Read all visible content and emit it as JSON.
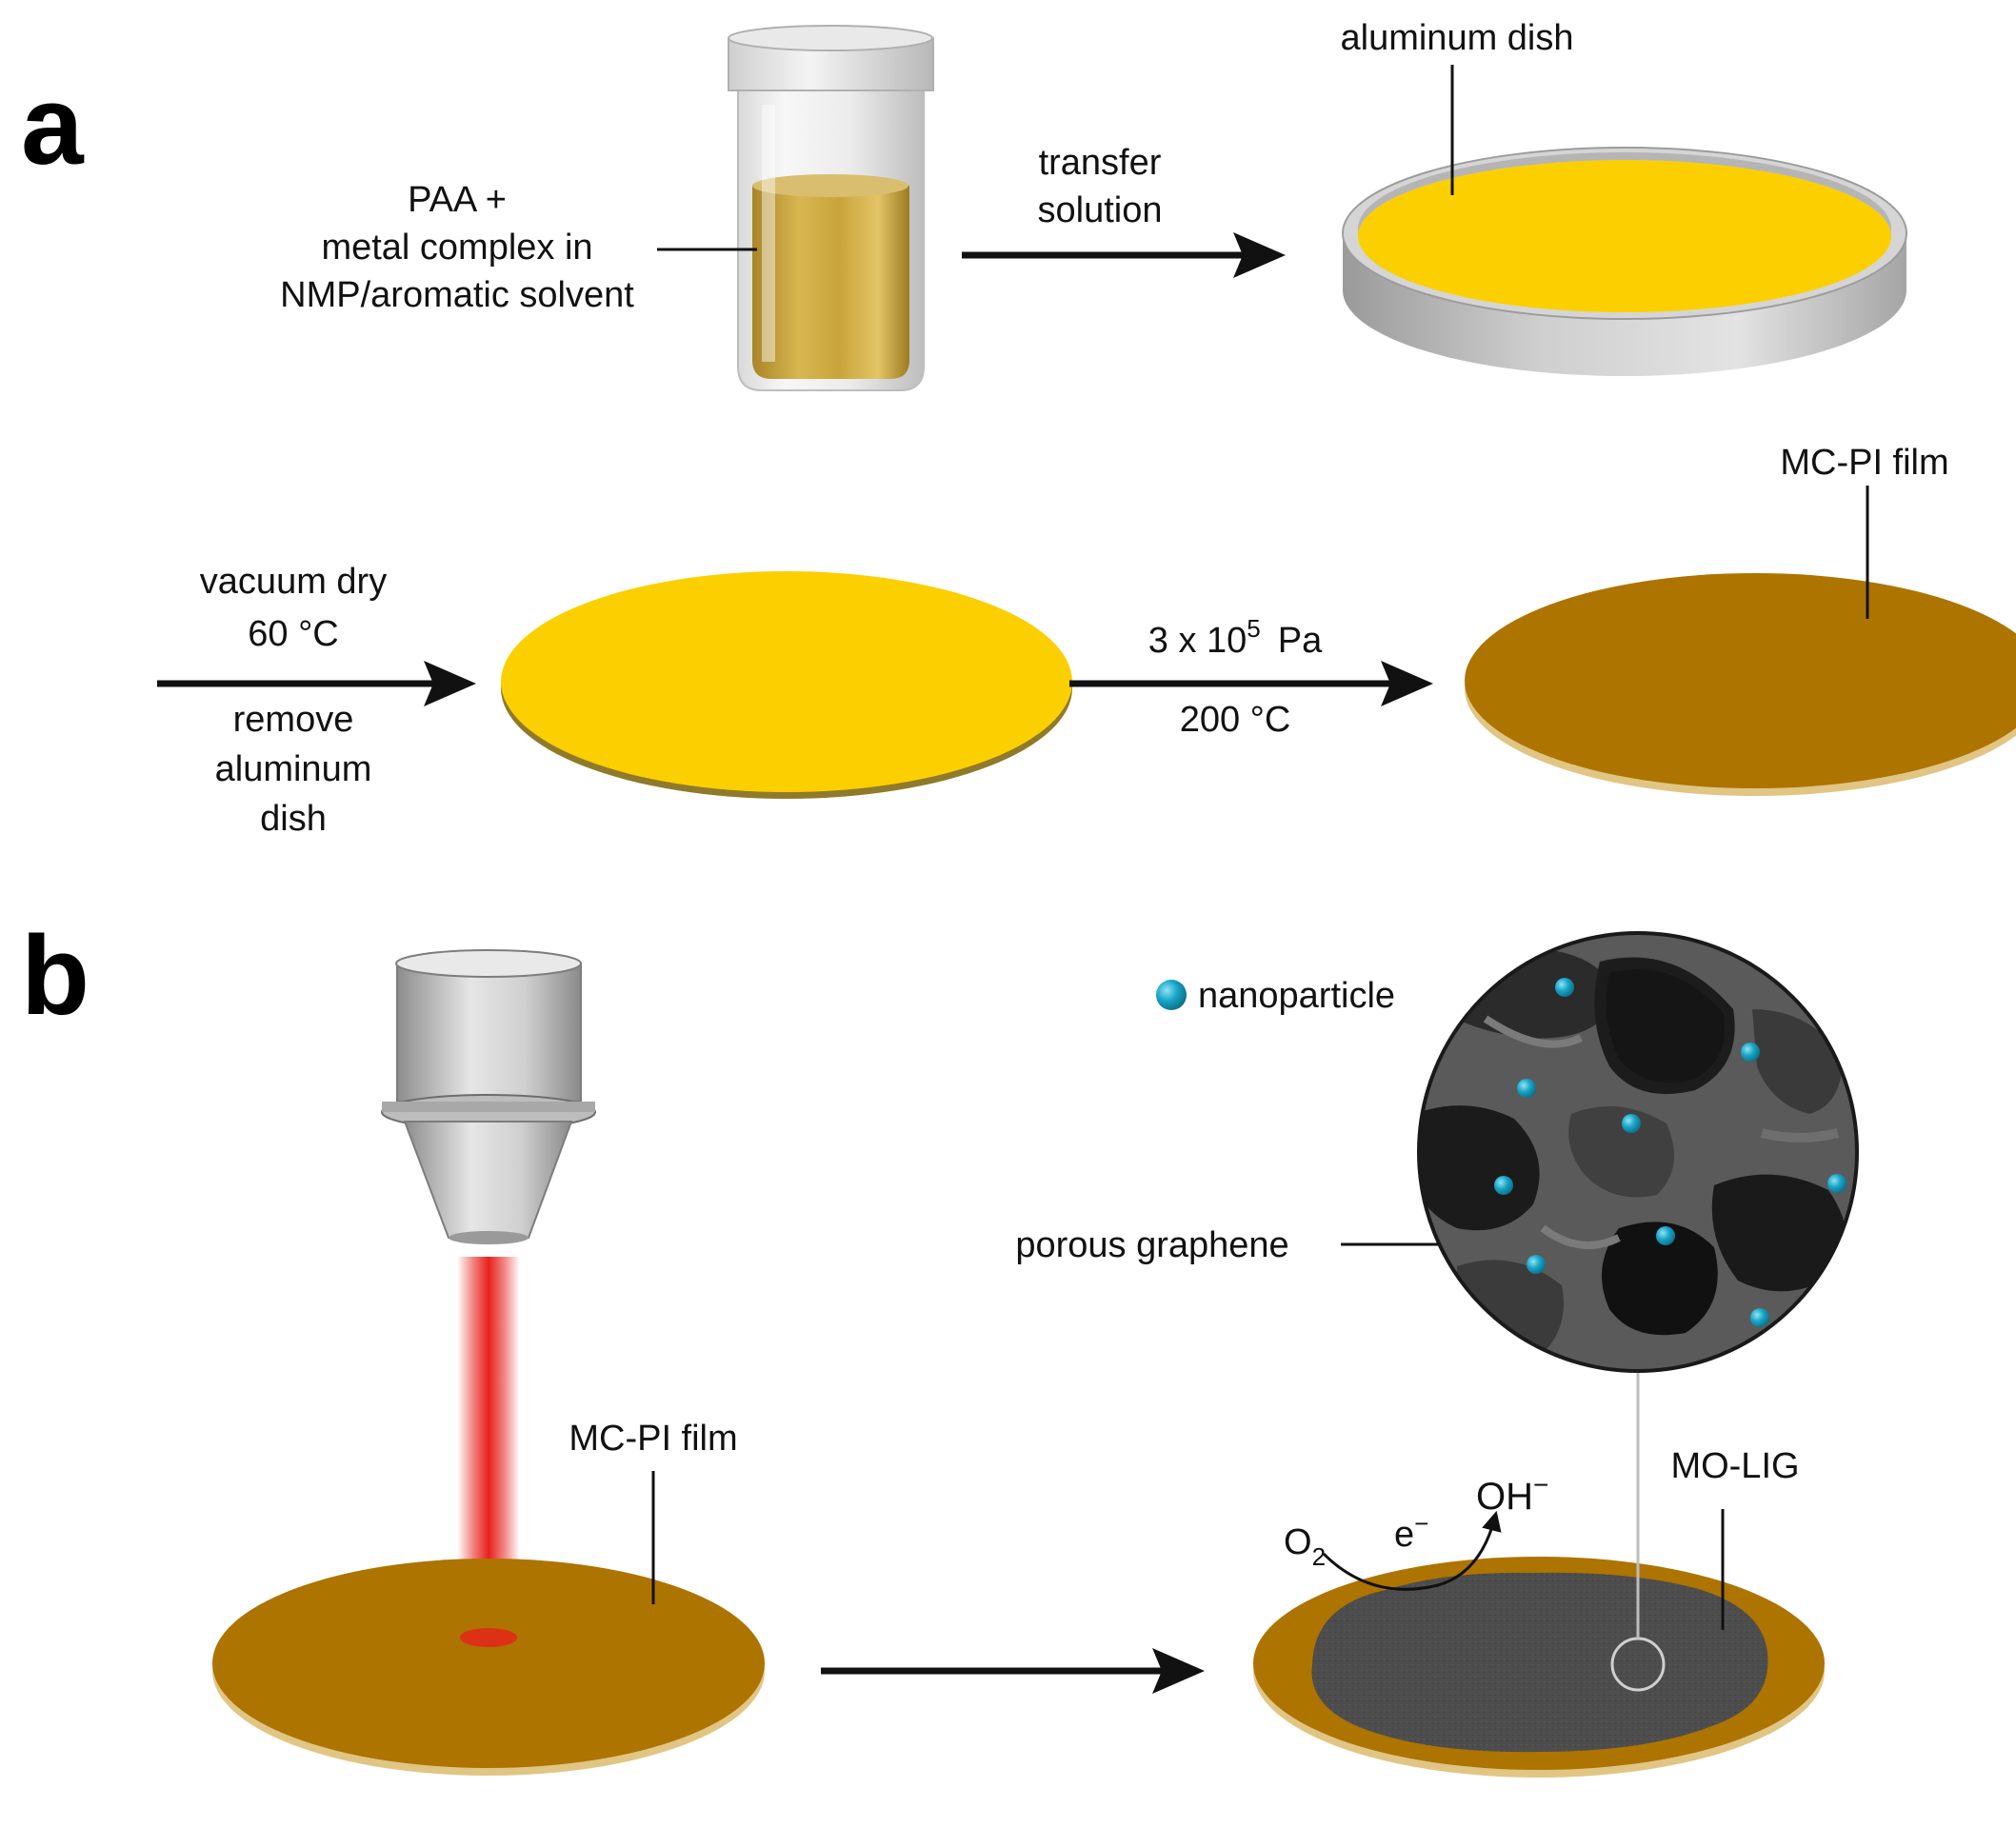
{
  "panels": {
    "a": "a",
    "b": "b"
  },
  "step1": {
    "vial_label_line1": "PAA +",
    "vial_label_line2": "metal complex in",
    "vial_label_line3": "NMP/aromatic solvent",
    "arrow_label_line1": "transfer",
    "arrow_label_line2": "solution",
    "dish_label": "aluminum dish"
  },
  "step2": {
    "arrow1_top_line1": "vacuum dry",
    "arrow1_top_line2": "60 °C",
    "arrow1_bottom_line1": "remove",
    "arrow1_bottom_line2": "aluminum",
    "arrow1_bottom_line3": "dish",
    "arrow2_top_base": "3 x 10",
    "arrow2_top_exp": "5",
    "arrow2_top_unit": "Pa",
    "arrow2_bottom": "200 °C",
    "film_label": "MC-PI film"
  },
  "panel_b": {
    "film_label": "MC-PI film",
    "legend_label": "nanoparticle",
    "porous_label": "porous graphene",
    "mo_lig_label": "MO-LIG",
    "o2_base": "O",
    "o2_sub": "2",
    "electron_base": "e",
    "electron_sup": "−",
    "hydroxide_base": "OH",
    "hydroxide_sup": "−"
  },
  "colors": {
    "solution_yellow": "#FCCF00",
    "film_brown": "#AD7400",
    "vial_liquid": "#C9A43A",
    "laser_red": "#E8211C",
    "graphene_dark": "#4A4A4A",
    "nanoparticle_cyan": "#18A4C6",
    "arrow_black": "#111111"
  }
}
